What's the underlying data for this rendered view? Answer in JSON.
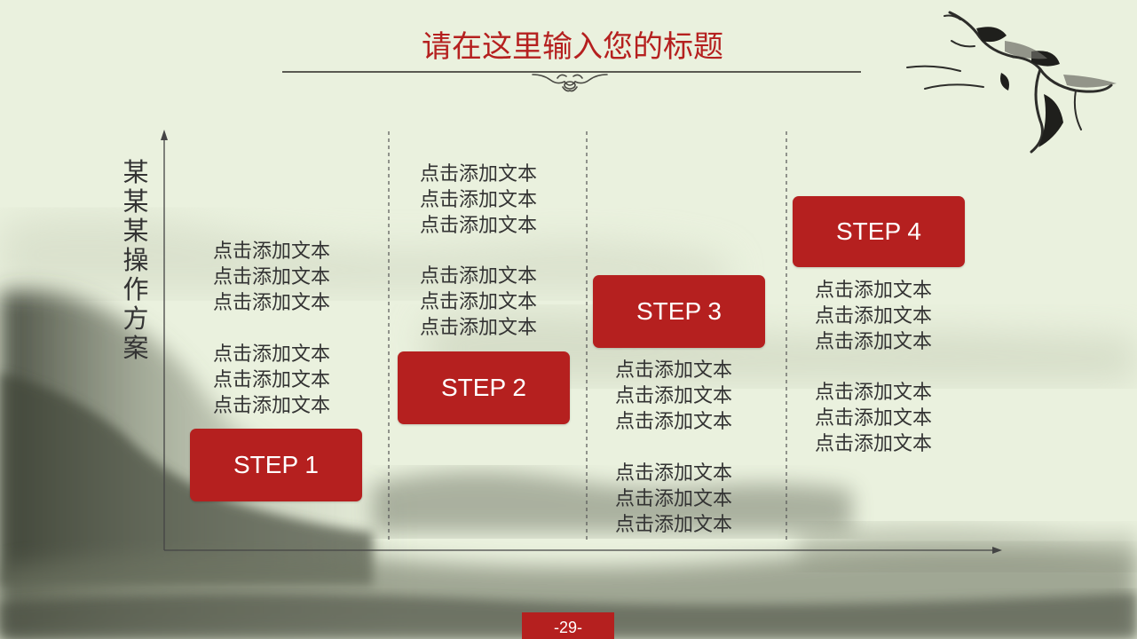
{
  "slide": {
    "title": "请在这里输入您的标题",
    "axis_label": "某某某操作方案",
    "page_number": "-29-"
  },
  "colors": {
    "accent": "#b5201f",
    "background": "#eaf1de",
    "text": "#333333"
  },
  "steps": [
    {
      "label": "STEP 1",
      "blocks": [
        [
          "点击添加文本",
          "点击添加文本",
          "点击添加文本"
        ],
        [
          "点击添加文本",
          "点击添加文本",
          "点击添加文本"
        ]
      ]
    },
    {
      "label": "STEP 2",
      "blocks": [
        [
          "点击添加文本",
          "点击添加文本",
          "点击添加文本"
        ],
        [
          "点击添加文本",
          "点击添加文本",
          "点击添加文本"
        ]
      ]
    },
    {
      "label": "STEP 3",
      "blocks": [
        [
          "点击添加文本",
          "点击添加文本",
          "点击添加文本"
        ],
        [
          "点击添加文本",
          "点击添加文本",
          "点击添加文本"
        ]
      ]
    },
    {
      "label": "STEP 4",
      "blocks": [
        [
          "点击添加文本",
          "点击添加文本",
          "点击添加文本"
        ],
        [
          "点击添加文本",
          "点击添加文本",
          "点击添加文本"
        ]
      ]
    }
  ],
  "decorations": [
    "ink-mountain-landscape",
    "flying-crane-illustration",
    "title-ornament"
  ]
}
